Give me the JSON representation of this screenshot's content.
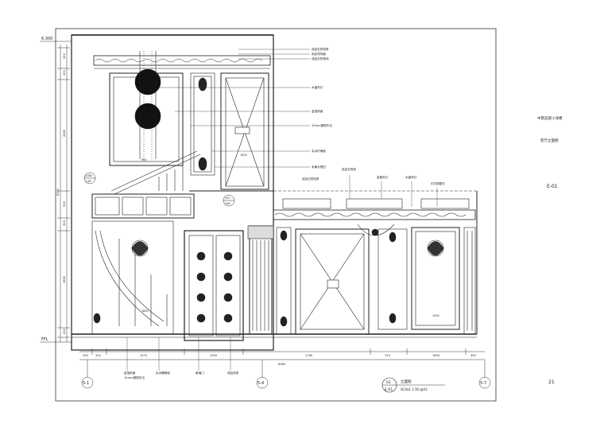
{
  "title_block": {
    "project": "中南首座小洋楼",
    "drawing_name": "客厅立面图",
    "drawing_code": "E-01",
    "page_number": "21"
  },
  "levels": {
    "top": "6.300",
    "floor": "FFL"
  },
  "axis_markers": [
    "5-1",
    "5-4",
    "5-7"
  ],
  "section_marks": [
    {
      "num": "C08A",
      "ref": "J-06"
    },
    {
      "num": "C07",
      "ref": "J-06"
    }
  ],
  "drawing_title": {
    "num": "01",
    "ref": "E-01",
    "name": "立面图",
    "scale": "SCALE 1:30 @A3"
  },
  "bottom_dims": [
    "250",
    "310",
    "1575",
    "1050",
    "2780",
    "720",
    "1850",
    "300"
  ],
  "total_dim": "6965",
  "left_dims": [
    "300",
    "200",
    "2450",
    "900",
    "300",
    "2850",
    "200"
  ],
  "left_total": "6300",
  "interior_dims": [
    "900",
    "1500",
    "1800",
    "1920"
  ],
  "callouts_top": [
    "成品石膏线条",
    "乳胶漆饰面",
    "成品石膏角线",
    "水晶吊灯",
    "金箔饰面",
    "10mm银镜车边",
    "实木护墙板",
    "米黄大理石"
  ],
  "callouts_mid": [
    "成品石膏线条",
    "成品石膏线",
    "金属吊灯",
    "水晶吊灯",
    "仿古铜壁灯"
  ],
  "callouts_bottom": [
    "金箔饰面",
    "10mm银镜车边",
    "实木踢脚线",
    "玻璃门",
    "成品线条"
  ]
}
